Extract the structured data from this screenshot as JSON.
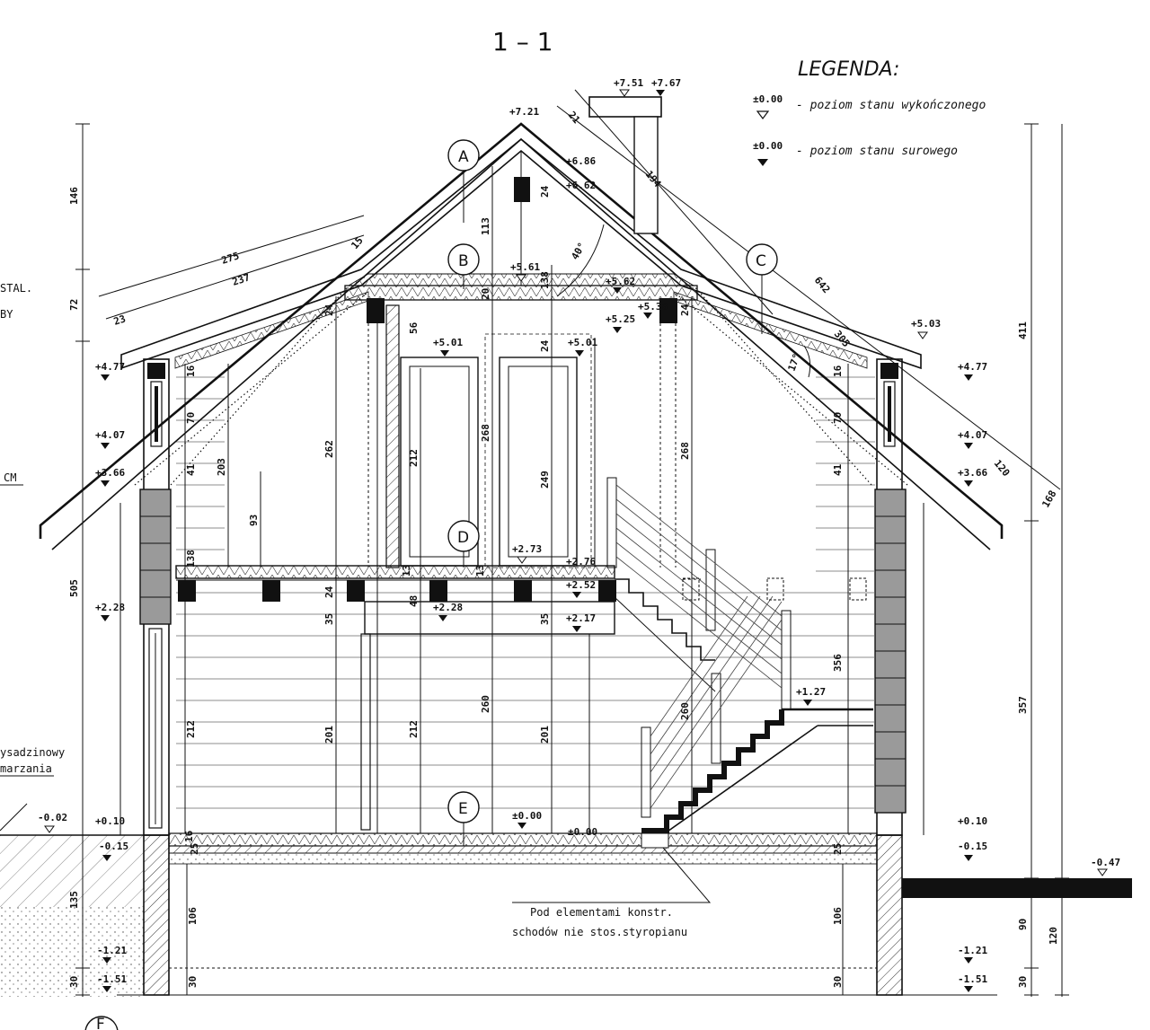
{
  "drawing": {
    "title": "1 – 1"
  },
  "legend": {
    "title": "LEGENDA:",
    "finished": {
      "value": "±0.00",
      "text": "- poziom stanu wykończonego"
    },
    "raw": {
      "value": "±0.00",
      "text": "- poziom stanu surowego"
    }
  },
  "axes": [
    "A",
    "B",
    "C",
    "D",
    "E",
    "F"
  ],
  "left_notes": [
    "STAL.",
    "BY",
    "CM",
    "ysadzinowy",
    "marzania"
  ],
  "note": {
    "line1": "Pod elementami konstr.",
    "line2": "schodów nie stos.styropianu"
  },
  "levels": {
    "chimney_a": "+7.51",
    "chimney_b": "+7.67",
    "ridge": "+7.21",
    "l686": "+6.86",
    "l662": "+6.62",
    "l561": "+5.61",
    "l562": "+5.62",
    "l538": "+5.38",
    "l525": "+5.25",
    "l501a": "+5.01",
    "l501b": "+5.01",
    "l503": "+5.03",
    "l477l": "+4.77",
    "l477r": "+4.77",
    "l407l": "+4.07",
    "l407r": "+4.07",
    "l366l": "+3.66",
    "l366r": "+3.66",
    "l276": "+2.76",
    "l273": "+2.73",
    "l252": "+2.52",
    "l228l": "+2.28",
    "l228m": "+2.28",
    "l217": "+2.17",
    "l127": "+1.27",
    "l010l": "+0.10",
    "l010r": "+0.10",
    "l000a": "±0.00",
    "l000b": "±0.00",
    "m002": "-0.02",
    "m015l": "-0.15",
    "m015r": "-0.15",
    "m047": "-0.47",
    "m121l": "-1.21",
    "m121r": "-1.21",
    "m151l": "-1.51",
    "m151r": "-1.51"
  },
  "dims": {
    "d146": "146",
    "d72": "72",
    "d505": "505",
    "d135": "135",
    "d30l": "30",
    "d411": "411",
    "d357": "357",
    "d120r": "120",
    "d90": "90",
    "d30r": "30",
    "d275": "275",
    "d237": "237",
    "d23": "23",
    "d15": "15",
    "d113": "113",
    "d24a": "24",
    "d20": "20",
    "d24b": "24",
    "d56": "56",
    "d16l": "16",
    "d16r": "16",
    "d70l": "70",
    "d70r": "70",
    "d41l": "41",
    "d41r": "41",
    "d203": "203",
    "d93": "93",
    "d262": "262",
    "d212a": "212",
    "d268a": "268",
    "d138a": "138",
    "d24c": "24",
    "d249": "249",
    "d268b": "268",
    "d138b": "138",
    "d24d": "24",
    "d35a": "35",
    "d48": "48",
    "d13a": "13",
    "d13b": "13",
    "d35b": "35",
    "d212b": "212",
    "d201a": "201",
    "d212c": "212",
    "d260a": "260",
    "d201b": "201",
    "d260b": "260",
    "d356": "356",
    "d106l": "106",
    "d106r": "106",
    "d30b": "30",
    "d30c": "30",
    "d25a": "25",
    "d25b": "25",
    "d16b": "16",
    "d24e": "24",
    "d21": "21",
    "d194": "194",
    "d642": "642",
    "d305": "305",
    "d120d": "120",
    "d168": "168",
    "ang40": "40°",
    "ang17": "17°"
  }
}
